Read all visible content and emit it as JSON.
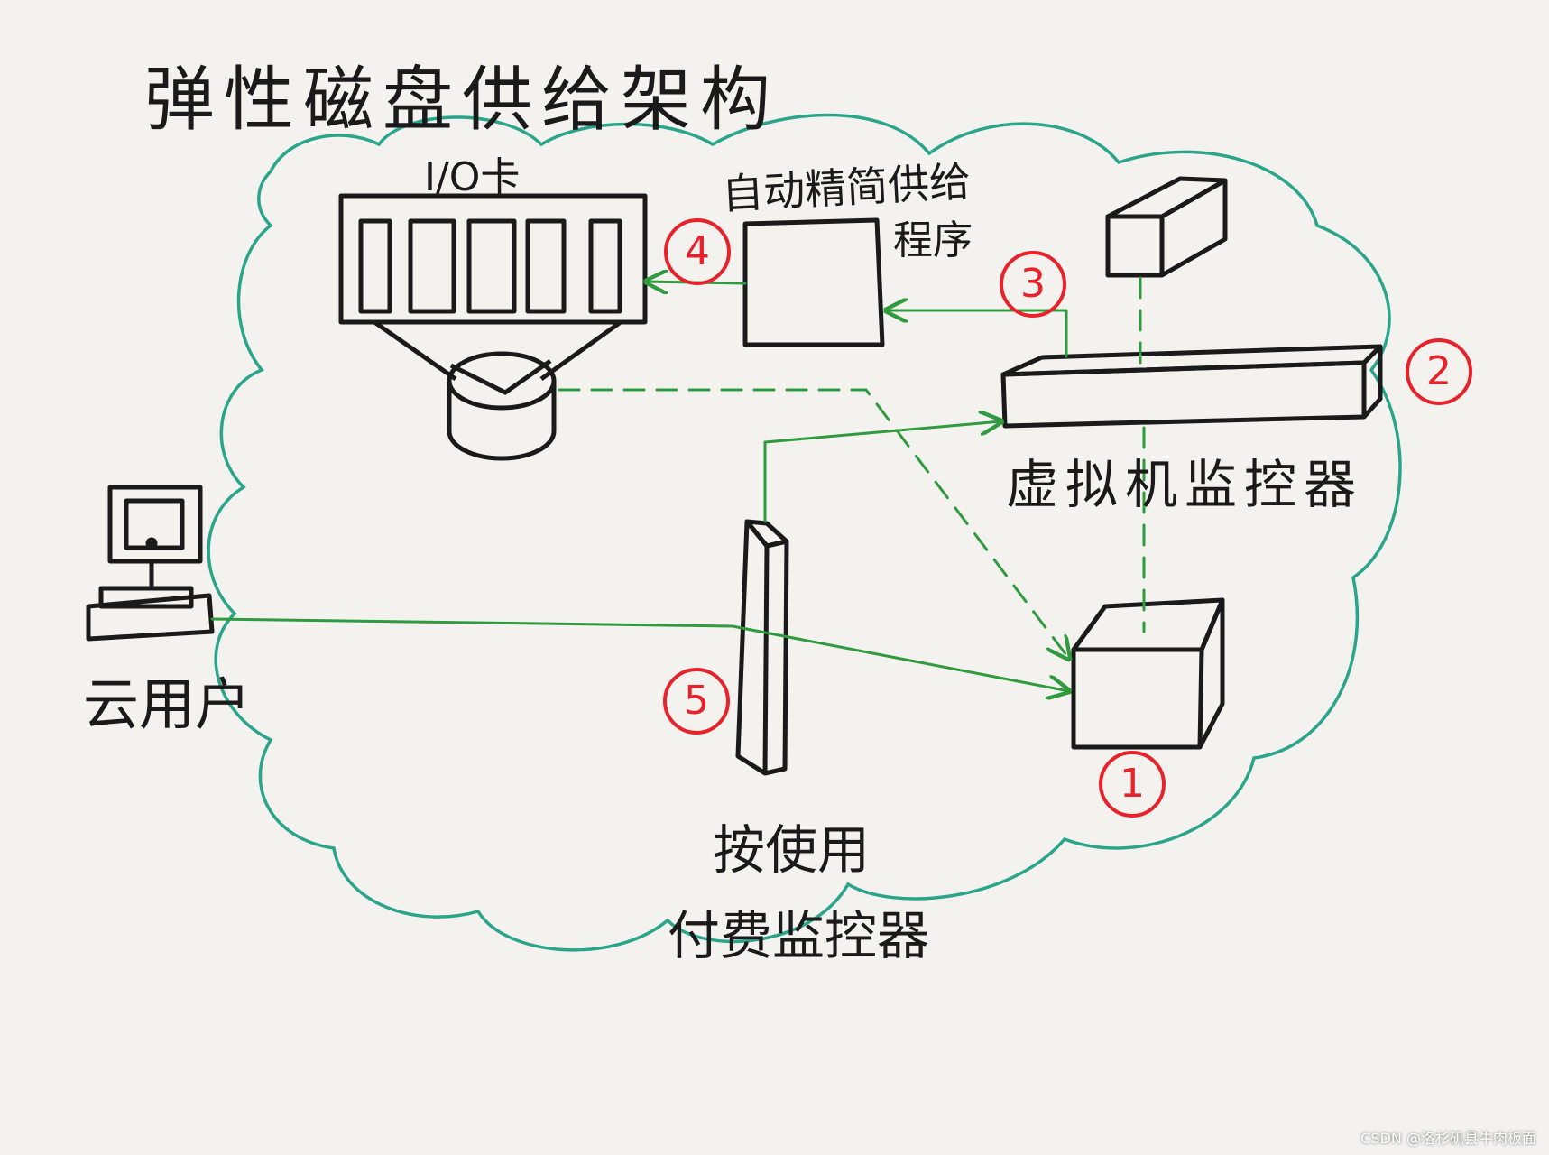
{
  "title": "弹性磁盘供给架构",
  "labels": {
    "io_card": "I/O卡",
    "auto_program_line1": "自动精简供给",
    "auto_program_line2": "程序",
    "vm_monitor": "虚拟机监控器",
    "cloud_user": "云用户",
    "billing_line1": "按使用",
    "billing_line2": "付费监控器"
  },
  "markers": [
    "1",
    "2",
    "3",
    "4",
    "5"
  ],
  "footer": "CSDN @洛杉矶县牛肉板面",
  "colors": {
    "ink": "#1a1a1a",
    "cloud": "#2aa58a",
    "arrow": "#2f9a3e",
    "marker": "#e8222b"
  }
}
